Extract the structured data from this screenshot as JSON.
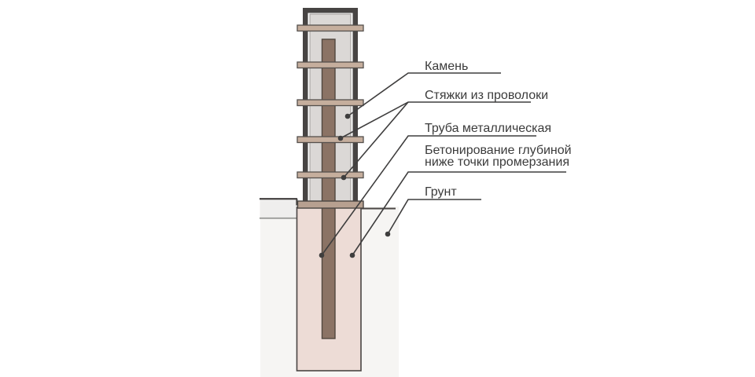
{
  "diagram": {
    "type": "construction-detail-drawing",
    "subject": "Stone pillar on metal pipe with concrete footing",
    "labels": [
      {
        "id": "stone",
        "lines": [
          "Камень"
        ]
      },
      {
        "id": "wire_ties",
        "lines": [
          "Стяжки из проволоки"
        ]
      },
      {
        "id": "metal_pipe",
        "lines": [
          "Труба металлическая"
        ]
      },
      {
        "id": "concrete",
        "lines": [
          "Бетонирование глубиной",
          "ниже точки промерзания"
        ]
      },
      {
        "id": "soil",
        "lines": [
          "Грунт"
        ]
      }
    ],
    "colors": {
      "background": "#ffffff",
      "frame": "#474443",
      "stone_fill": "#dbd8d6",
      "stone_border": "#9c9996",
      "tie_fill": "#c5ae9d",
      "tie_border": "#55504d",
      "base_plate_fill": "#b7a090",
      "pipe_fill": "#8b7365",
      "pipe_border": "#514740",
      "concrete_fill": "#eddcd6",
      "concrete_border": "#4a4543",
      "soil_fill": "#f6f5f3",
      "pavement_fill": "#efeeed",
      "pavement_edge_dark": "#3f3c3c",
      "pavement_edge_gray": "#9b9b99",
      "ground_line": "#4a4645",
      "leader": "#3f3e3e",
      "text": "#3b3b3b"
    }
  }
}
